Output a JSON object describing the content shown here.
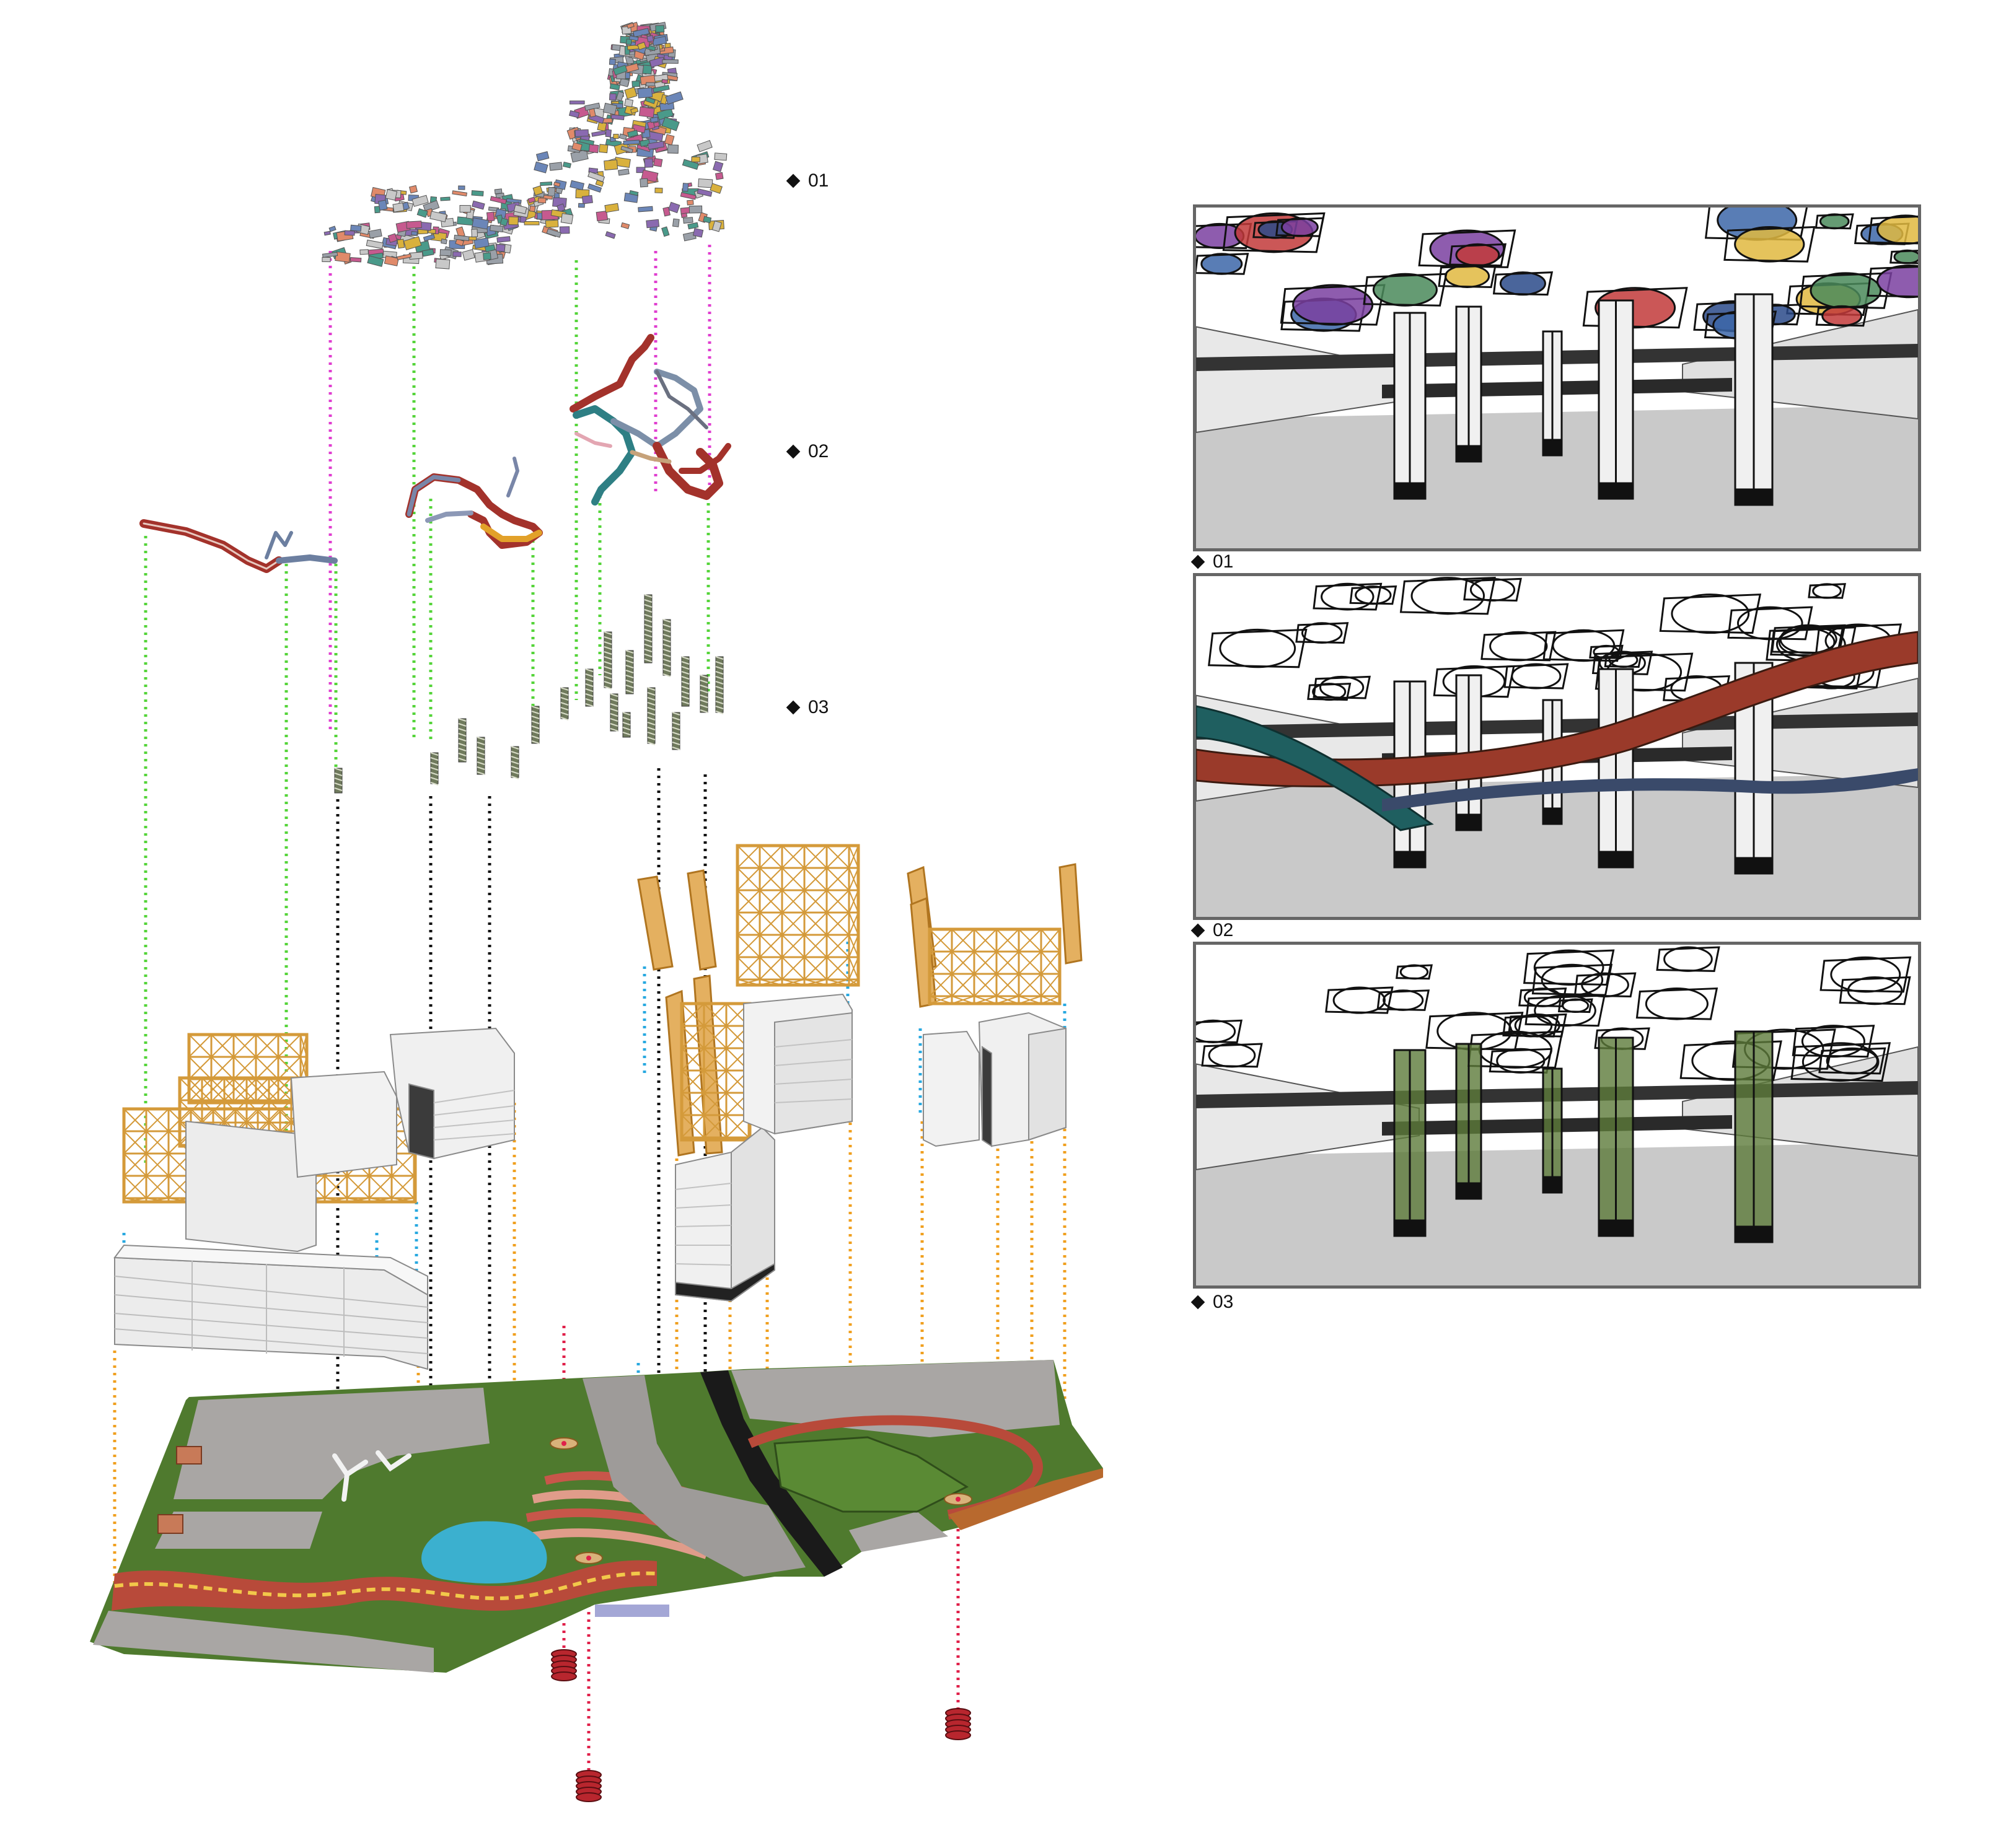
{
  "diagram": {
    "layer_labels": [
      {
        "id": "01",
        "text": "01"
      },
      {
        "id": "02",
        "text": "02"
      },
      {
        "id": "03",
        "text": "03"
      }
    ],
    "render_panels": [
      {
        "id": "01",
        "caption": "01",
        "layer": "canopy"
      },
      {
        "id": "02",
        "caption": "02",
        "layer": "bridges"
      },
      {
        "id": "03",
        "caption": "03",
        "layer": "planters"
      }
    ],
    "colors": {
      "grass": "#4f7a2e",
      "plaza": "#a9a6a4",
      "water": "#3bb0cf",
      "scaffold": "#d49a3a",
      "building": "#eeeeee",
      "bridge_red": "#a3322b",
      "bridge_teal": "#2e7f84",
      "guide_magenta": "#e03fd0",
      "guide_green": "#55d43a",
      "guide_black": "#111111",
      "guide_orange": "#f0a020",
      "guide_cyan": "#29a9e0",
      "guide_red": "#e0204a"
    }
  }
}
